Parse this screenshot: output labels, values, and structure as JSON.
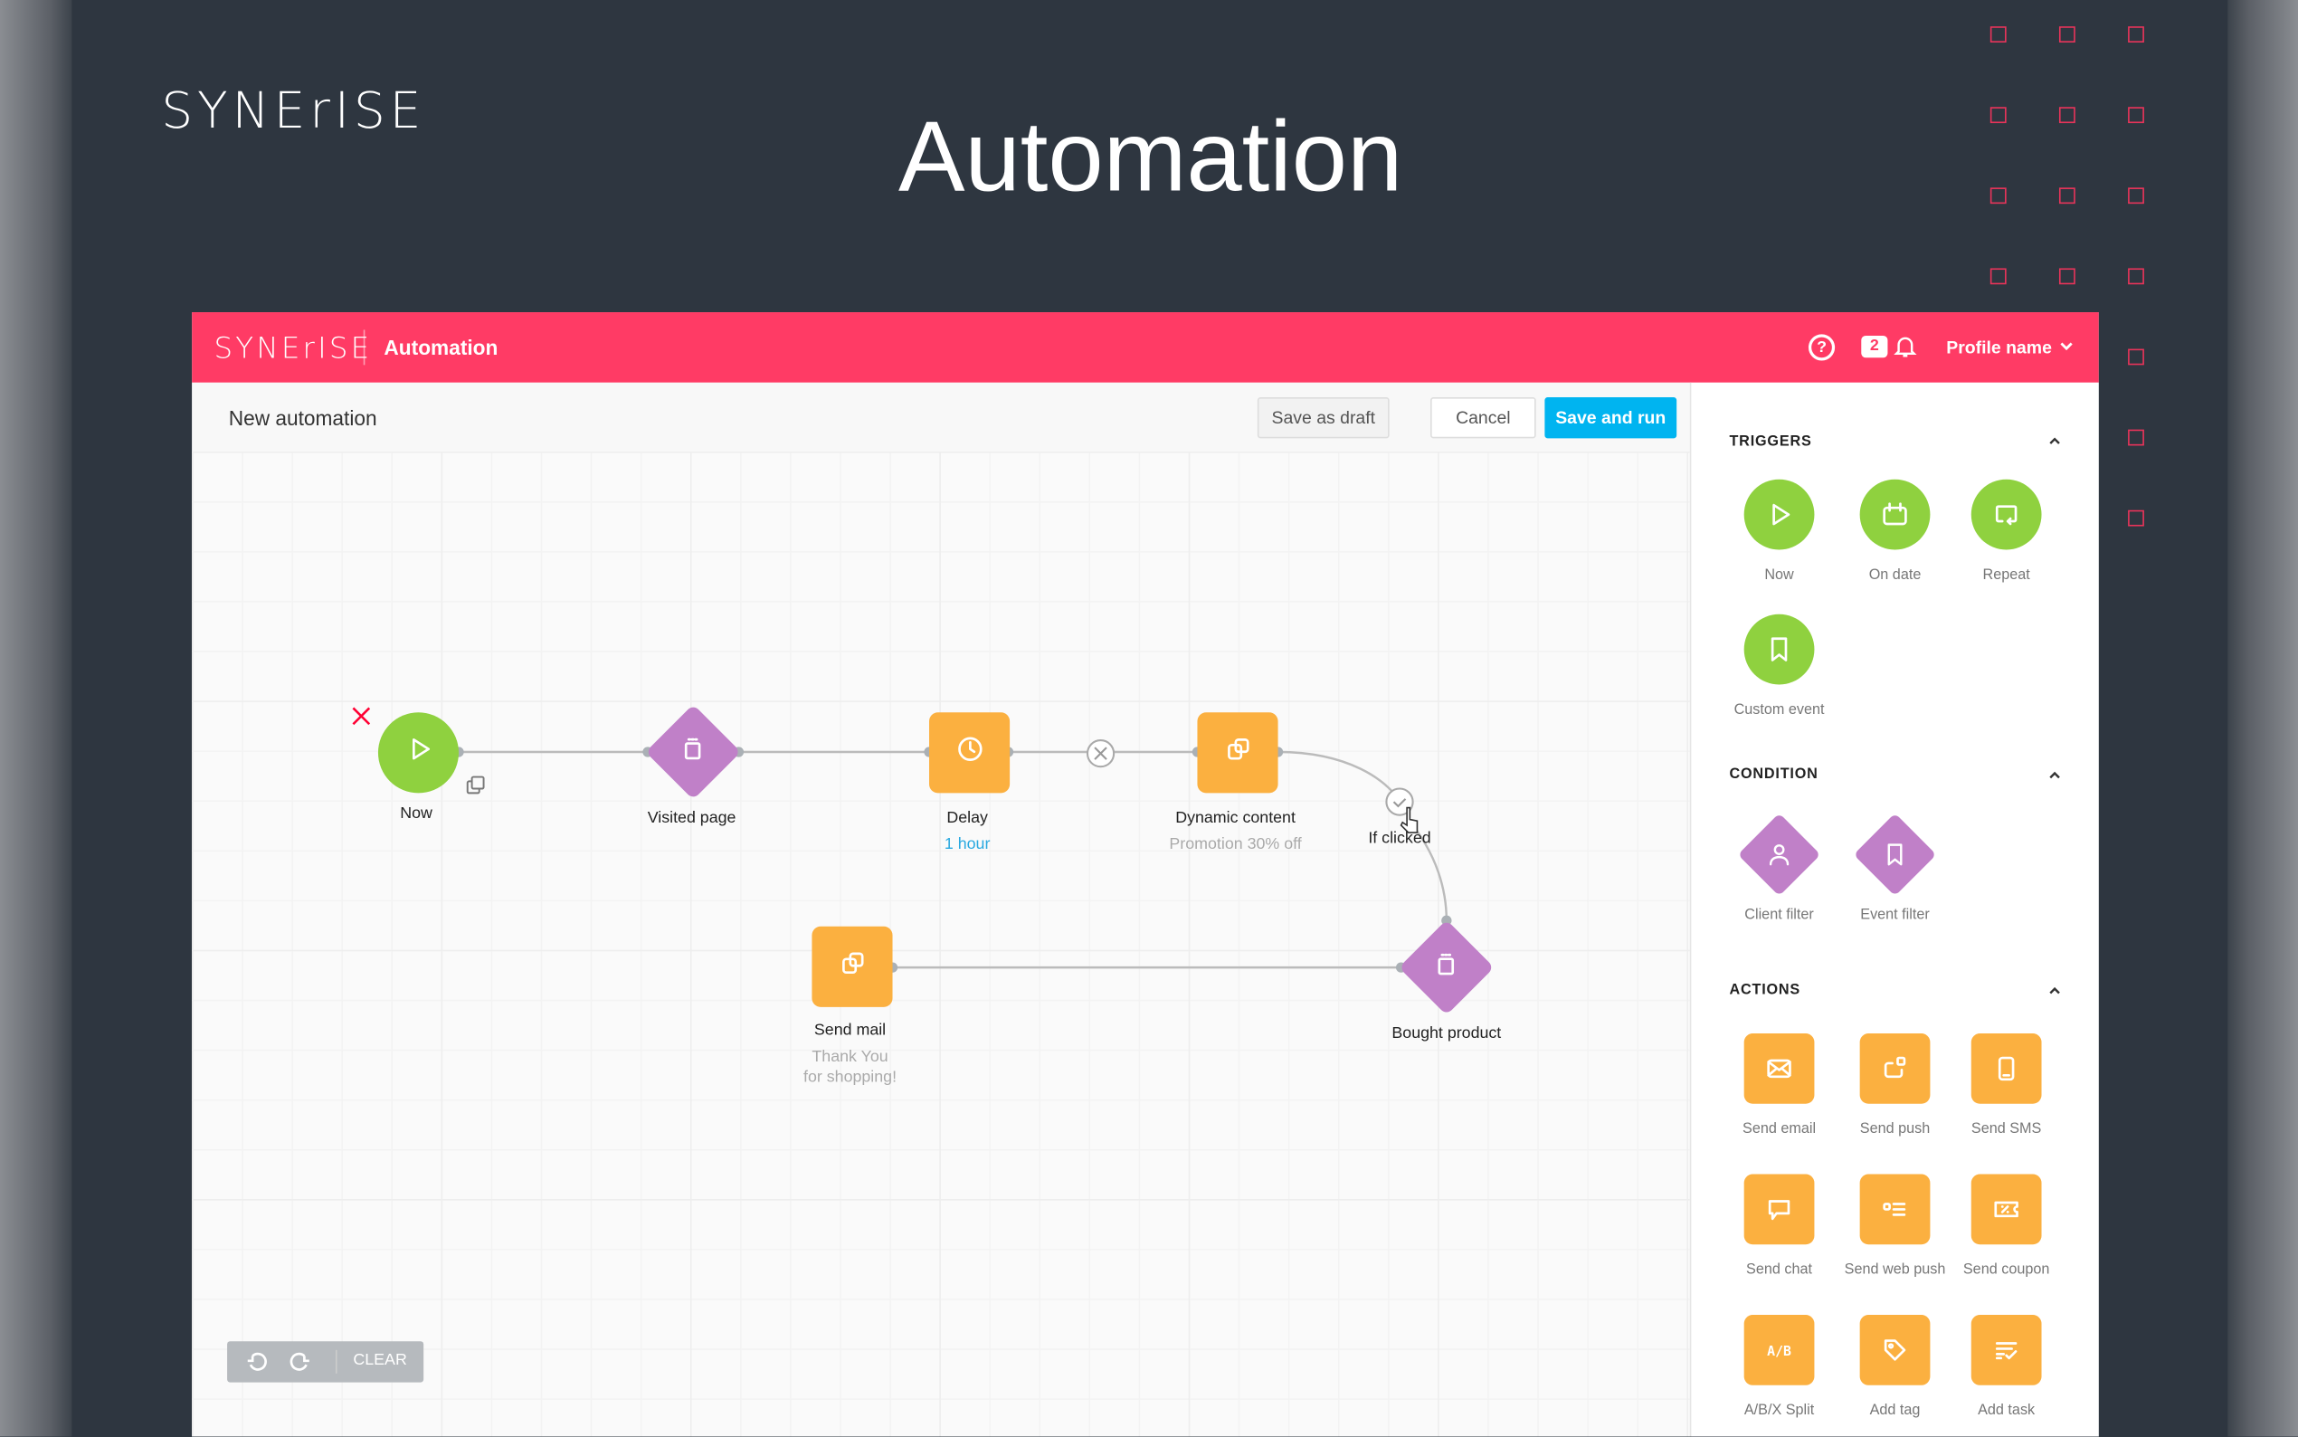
{
  "brand": "SYNErISE",
  "hero_title": "Automation",
  "colors": {
    "header": "#ff3b65",
    "primary": "#00b4f0",
    "trigger": "#8fd13f",
    "condition": "#c080c8",
    "action": "#fbb040",
    "decor_squares": "#e8345a"
  },
  "header": {
    "logo": "SYNErISE",
    "section": "Automation",
    "help_icon": "help-circle-icon",
    "notifications_count": "2",
    "bell_icon": "bell-icon",
    "profile": "Profile name"
  },
  "toolbar": {
    "title": "New automation",
    "save_draft": "Save as draft",
    "cancel": "Cancel",
    "save_run": "Save and run"
  },
  "canvas": {
    "nodes": {
      "now": {
        "label": "Now",
        "icon": "play"
      },
      "visited": {
        "label": "Visited page",
        "icon": "page"
      },
      "delay": {
        "label": "Delay",
        "sub": "1 hour",
        "icon": "clock"
      },
      "dynamic": {
        "label": "Dynamic content",
        "sub": "Promotion 30% off",
        "icon": "dynamic"
      },
      "ifclicked": {
        "label": "If clicked"
      },
      "bought": {
        "label": "Bought product",
        "icon": "page"
      },
      "sendmail": {
        "label": "Send mail",
        "sub1": "Thank You",
        "sub2": "for shopping!",
        "icon": "dynamic"
      }
    },
    "controls": {
      "clear": "CLEAR"
    }
  },
  "panel": {
    "triggers": {
      "title": "TRIGGERS",
      "items": [
        {
          "label": "Now",
          "icon": "play"
        },
        {
          "label": "On date",
          "icon": "calendar"
        },
        {
          "label": "Repeat",
          "icon": "repeat"
        },
        {
          "label": "Custom event",
          "icon": "bookmark"
        }
      ]
    },
    "condition": {
      "title": "CONDITION",
      "items": [
        {
          "label": "Client filter",
          "icon": "user"
        },
        {
          "label": "Event filter",
          "icon": "bookmark"
        }
      ]
    },
    "actions": {
      "title": "ACTIONS",
      "items": [
        {
          "label": "Send email",
          "icon": "mail"
        },
        {
          "label": "Send push",
          "icon": "push"
        },
        {
          "label": "Send SMS",
          "icon": "sms"
        },
        {
          "label": "Send chat",
          "icon": "chat"
        },
        {
          "label": "Send web push",
          "icon": "webpush"
        },
        {
          "label": "Send coupon",
          "icon": "coupon"
        },
        {
          "label": "A/B/X Split",
          "icon": "ab"
        },
        {
          "label": "Add tag",
          "icon": "tag"
        },
        {
          "label": "Add task",
          "icon": "task"
        }
      ]
    }
  }
}
